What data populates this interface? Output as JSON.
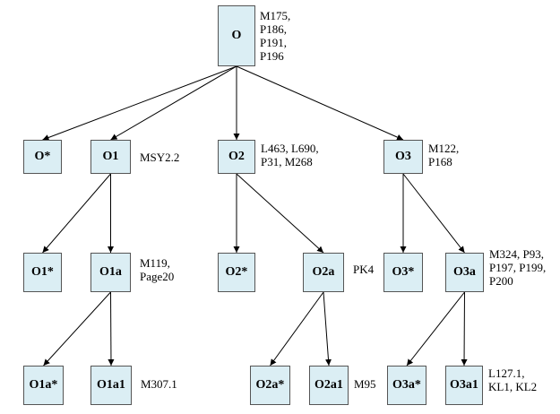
{
  "diagram": {
    "colors": {
      "node_fill": "#dbeef4",
      "node_border": "#555555",
      "edge": "#000000"
    },
    "nodes": [
      {
        "id": "O",
        "label": "O",
        "refs": [
          "M175,",
          "P186,",
          "P191,",
          "P196"
        ]
      },
      {
        "id": "Ostar",
        "label": "O*",
        "refs": []
      },
      {
        "id": "O1",
        "label": "O1",
        "refs": [
          "MSY2.2"
        ]
      },
      {
        "id": "O2",
        "label": "O2",
        "refs": [
          "L463, L690,",
          "P31, M268"
        ]
      },
      {
        "id": "O3",
        "label": "O3",
        "refs": [
          "M122,",
          "P168"
        ]
      },
      {
        "id": "O1star",
        "label": "O1*",
        "refs": []
      },
      {
        "id": "O1a",
        "label": "O1a",
        "refs": [
          "M119,",
          "Page20"
        ]
      },
      {
        "id": "O2star",
        "label": "O2*",
        "refs": []
      },
      {
        "id": "O2a",
        "label": "O2a",
        "refs": [
          "PK4"
        ]
      },
      {
        "id": "O3star",
        "label": "O3*",
        "refs": []
      },
      {
        "id": "O3a",
        "label": "O3a",
        "refs": [
          "M324, P93,",
          "P197, P199,",
          "P200"
        ]
      },
      {
        "id": "O1astar",
        "label": "O1a*",
        "refs": []
      },
      {
        "id": "O1a1",
        "label": "O1a1",
        "refs": [
          "M307.1"
        ]
      },
      {
        "id": "O2astar",
        "label": "O2a*",
        "refs": []
      },
      {
        "id": "O2a1",
        "label": "O2a1",
        "refs": [
          "M95"
        ]
      },
      {
        "id": "O3astar",
        "label": "O3a*",
        "refs": []
      },
      {
        "id": "O3a1",
        "label": "O3a1",
        "refs": [
          "L127.1,",
          "KL1, KL2"
        ]
      }
    ],
    "edges": [
      [
        "O",
        "Ostar"
      ],
      [
        "O",
        "O1"
      ],
      [
        "O",
        "O2"
      ],
      [
        "O",
        "O3"
      ],
      [
        "O1",
        "O1star"
      ],
      [
        "O1",
        "O1a"
      ],
      [
        "O2",
        "O2star"
      ],
      [
        "O2",
        "O2a"
      ],
      [
        "O3",
        "O3star"
      ],
      [
        "O3",
        "O3a"
      ],
      [
        "O1a",
        "O1astar"
      ],
      [
        "O1a",
        "O1a1"
      ],
      [
        "O2a",
        "O2astar"
      ],
      [
        "O2a",
        "O2a1"
      ],
      [
        "O3a",
        "O3astar"
      ],
      [
        "O3a",
        "O3a1"
      ]
    ]
  }
}
